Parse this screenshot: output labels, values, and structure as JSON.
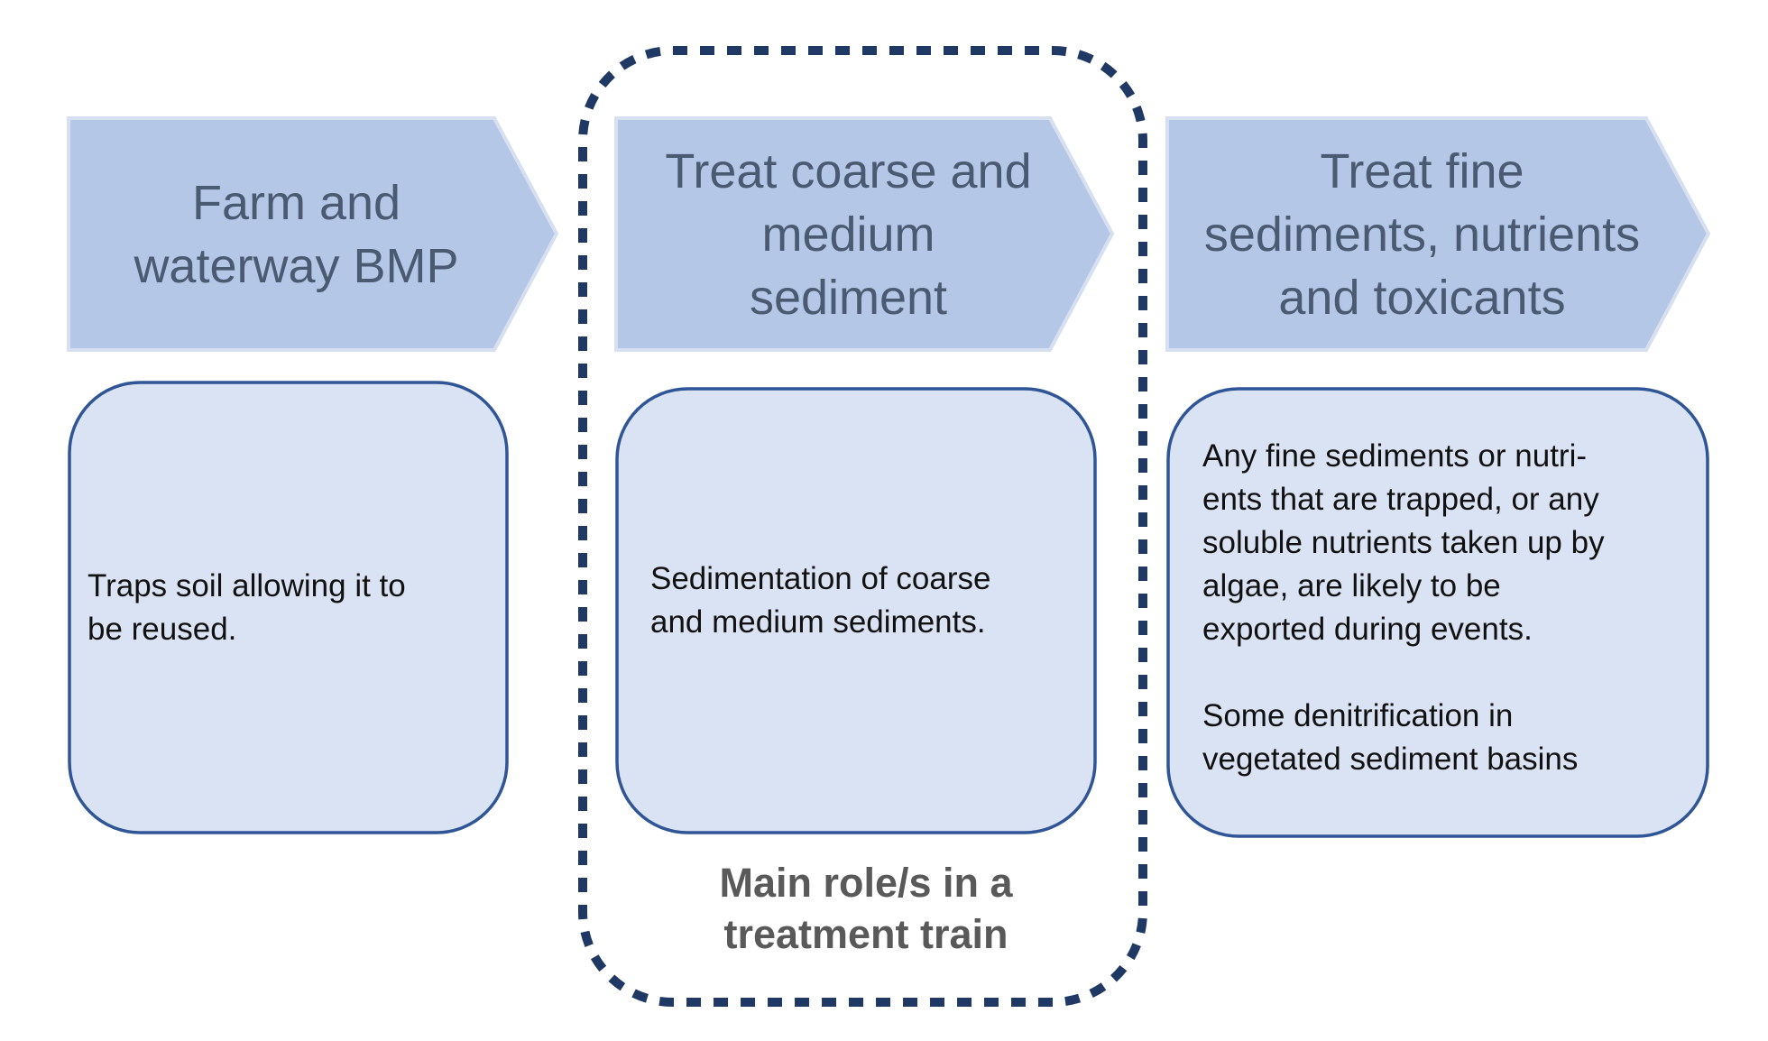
{
  "colors": {
    "chevron_fill": "#b4c7e7",
    "chevron_border": "#d6e0f0",
    "box_fill": "#dae3f3",
    "box_stroke": "#2f5597",
    "dash_stroke": "#1f3864",
    "title_text": "#4a5a70"
  },
  "stages": [
    {
      "title_lines": [
        "Farm and",
        "waterway BMP"
      ],
      "body_paragraphs": [
        [
          "Traps soil allowing it to",
          "be reused."
        ]
      ]
    },
    {
      "title_lines": [
        "Treat coarse and",
        "medium",
        "sediment"
      ],
      "body_paragraphs": [
        [
          "Sedimentation of coarse",
          "and medium sediments."
        ]
      ]
    },
    {
      "title_lines": [
        "Treat fine",
        "sediments, nutrients",
        "and toxicants"
      ],
      "body_paragraphs": [
        [
          "Any fine sediments or nutri-",
          "ents that are trapped, or any",
          "soluble nutrients taken up by",
          "algae, are likely to be",
          "exported during events."
        ],
        [
          "Some denitrification in",
          "vegetated sediment basins"
        ]
      ]
    }
  ],
  "highlight": {
    "caption_lines": [
      "Main role/s in a",
      "treatment train"
    ]
  }
}
